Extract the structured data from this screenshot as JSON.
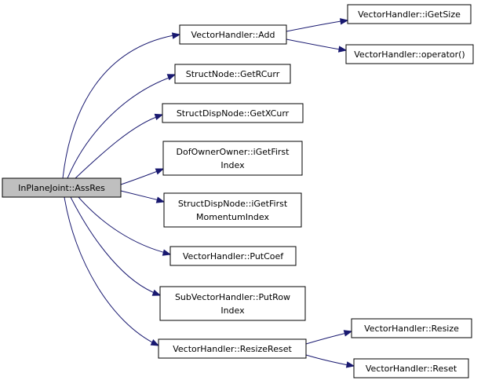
{
  "nodes": [
    {
      "id": "root",
      "lines": [
        "InPlaneJoint::AssRes"
      ]
    },
    {
      "id": "add",
      "lines": [
        "VectorHandler::Add"
      ]
    },
    {
      "id": "igetsize",
      "lines": [
        "VectorHandler::iGetSize"
      ]
    },
    {
      "id": "operator",
      "lines": [
        "VectorHandler::operator()"
      ]
    },
    {
      "id": "getrcurr",
      "lines": [
        "StructNode::GetRCurr"
      ]
    },
    {
      "id": "getxcurr",
      "lines": [
        "StructDispNode::GetXCurr"
      ]
    },
    {
      "id": "igetfirstindex",
      "lines": [
        "DofOwnerOwner::iGetFirst",
        "Index"
      ]
    },
    {
      "id": "igetfirstmomentum",
      "lines": [
        "StructDispNode::iGetFirst",
        "MomentumIndex"
      ]
    },
    {
      "id": "putcoef",
      "lines": [
        "VectorHandler::PutCoef"
      ]
    },
    {
      "id": "putrowindex",
      "lines": [
        "SubVectorHandler::PutRow",
        "Index"
      ]
    },
    {
      "id": "resizereset",
      "lines": [
        "VectorHandler::ResizeReset"
      ]
    },
    {
      "id": "resize",
      "lines": [
        "VectorHandler::Resize"
      ]
    },
    {
      "id": "reset",
      "lines": [
        "VectorHandler::Reset"
      ]
    }
  ],
  "edges": [
    {
      "from": "root",
      "to": "add"
    },
    {
      "from": "root",
      "to": "getrcurr"
    },
    {
      "from": "root",
      "to": "getxcurr"
    },
    {
      "from": "root",
      "to": "igetfirstindex"
    },
    {
      "from": "root",
      "to": "igetfirstmomentum"
    },
    {
      "from": "root",
      "to": "putcoef"
    },
    {
      "from": "root",
      "to": "putrowindex"
    },
    {
      "from": "root",
      "to": "resizereset"
    },
    {
      "from": "add",
      "to": "igetsize"
    },
    {
      "from": "add",
      "to": "operator"
    },
    {
      "from": "resizereset",
      "to": "resize"
    },
    {
      "from": "resizereset",
      "to": "reset"
    }
  ],
  "colors": {
    "edge": "#191970",
    "root_fill": "#bfbfbf",
    "node_fill": "#ffffff",
    "border": "#000000"
  }
}
